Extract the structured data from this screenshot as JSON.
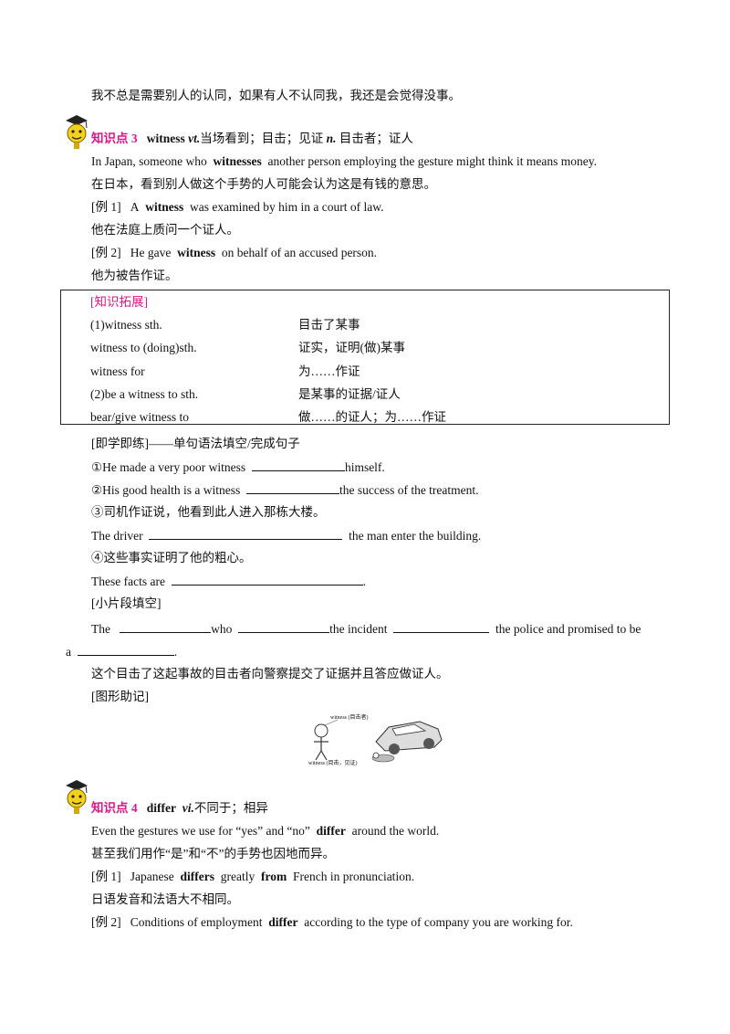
{
  "line1": "我不总是需要别人的认同，如果有人不认同我，我还是会觉得没事。",
  "kp3": {
    "tag": "知识点 3",
    "word": "witness",
    "pos1": "vt.",
    "def1": "当场看到；目击；见证",
    "pos2": "n.",
    "def2": "目击者；证人",
    "ex_en_a": "In Japan, someone who",
    "ex_en_b": "witnesses",
    "ex_en_c": "another person employing the gesture might think it means money.",
    "ex_zh": "在日本，看到别人做这个手势的人可能会认为这是有钱的意思。",
    "e1_label": "[例 1]",
    "e1_a": "A",
    "e1_b": "witness",
    "e1_c": "was examined by him in a court of law.",
    "e1_zh": "他在法庭上质问一个证人。",
    "e2_label": "[例 2]",
    "e2_a": "He gave",
    "e2_b": "witness",
    "e2_c": "on behalf of an accused person.",
    "e2_zh": "他为被告作证。"
  },
  "expand": {
    "title": "[知识拓展]",
    "rows": [
      {
        "en": "(1)witness sth.",
        "zh": "目击了某事"
      },
      {
        "en": "witness to (doing)sth.",
        "zh": "证实，证明(做)某事"
      },
      {
        "en": "witness for",
        "zh": "为……作证"
      },
      {
        "en": "(2)be a witness to sth.",
        "zh": "是某事的证据/证人"
      },
      {
        "en": "bear/give witness to",
        "zh": "做……的证人；为……作证"
      }
    ]
  },
  "practice": {
    "title": "[即学即练]——单句语法填空/完成句子",
    "q1": "①He made a very poor witness",
    "q1_end": "himself.",
    "q2": "②His good health is a witness",
    "q2_end": "the success of the treatment.",
    "q3_zh": "③司机作证说，他看到此人进入那栋大楼。",
    "q3_a": "The driver",
    "q3_b": "the man enter the building.",
    "q4_zh": "④这些事实证明了他的粗心。",
    "q4_a": "These facts are",
    "q4_b": "."
  },
  "fill": {
    "title": "[小片段填空]",
    "w1": "The",
    "w2": "who",
    "w3": "the incident",
    "w4": "the police and promised to be",
    "w5": "a",
    "w6": ".",
    "zh": "这个目击了这起事故的目击者向警察提交了证据并且答应做证人。",
    "memo": "[图形助记]",
    "img_label1": "witness (目击者)",
    "img_label2": "witness (目击，见证)"
  },
  "kp4": {
    "tag": "知识点 4",
    "word": "differ",
    "pos": "vi.",
    "def": "不同于；相异",
    "ex_a": "Even the gestures we use for “yes” and “no”",
    "ex_b": "differ",
    "ex_c": "around the world.",
    "ex_zh": "甚至我们用作“是”和“不”的手势也因地而异。",
    "e1_label": "[例 1]",
    "e1_a": "Japanese",
    "e1_b": "differs",
    "e1_c": "greatly",
    "e1_d": "from",
    "e1_e": "French in pronunciation.",
    "e1_zh": "日语发音和法语大不相同。",
    "e2_label": "[例 2]",
    "e2_a": "Conditions of employment",
    "e2_b": "differ",
    "e2_c": "according to the type of company you are working for."
  }
}
